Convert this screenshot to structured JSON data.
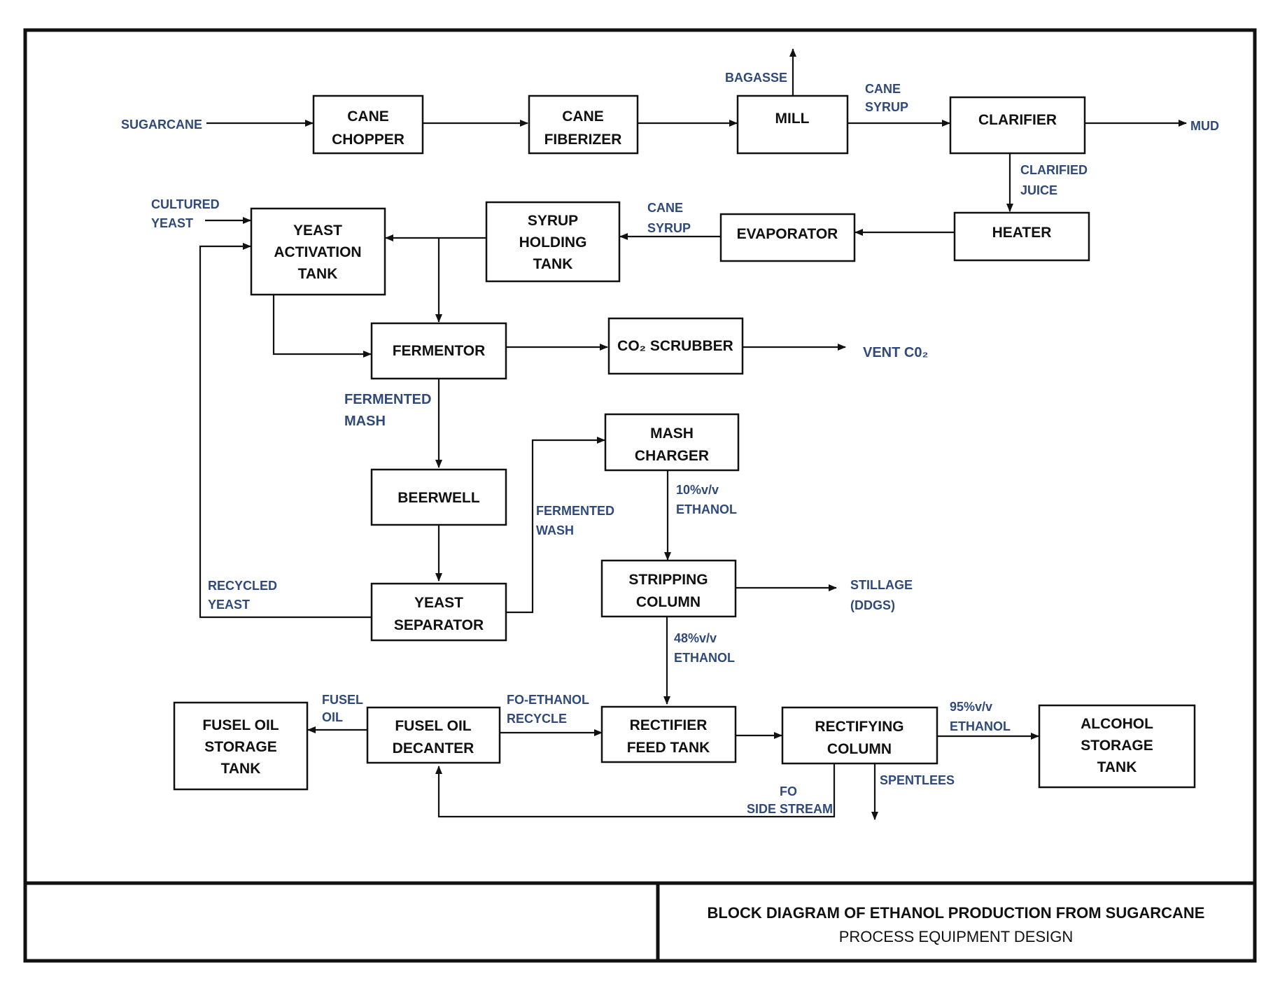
{
  "colors": {
    "line": "#111111",
    "stream_label": "#2f4a7a",
    "box_fill": "#ffffff"
  },
  "title_block": {
    "title": "BLOCK DIAGRAM OF ETHANOL PRODUCTION FROM SUGARCANE",
    "subtitle": "PROCESS EQUIPMENT DESIGN"
  },
  "equipment": {
    "cane_chopper": [
      "CANE",
      "CHOPPER"
    ],
    "cane_fiberizer": [
      "CANE",
      "FIBERIZER"
    ],
    "mill": [
      "MILL"
    ],
    "clarifier": [
      "CLARIFIER"
    ],
    "heater": [
      "HEATER"
    ],
    "evaporator": [
      "EVAPORATOR"
    ],
    "syrup_holding_tank": [
      "SYRUP",
      "HOLDING",
      "TANK"
    ],
    "yeast_activation_tank": [
      "YEAST",
      "ACTIVATION",
      "TANK"
    ],
    "fermentor": [
      "FERMENTOR"
    ],
    "co2_scrubber": [
      "CO₂ SCRUBBER"
    ],
    "beerwell": [
      "BEERWELL"
    ],
    "yeast_separator": [
      "YEAST",
      "SEPARATOR"
    ],
    "mash_charger": [
      "MASH",
      "CHARGER"
    ],
    "stripping_column": [
      "STRIPPING",
      "COLUMN"
    ],
    "rectifier_feed_tank": [
      "RECTIFIER",
      "FEED TANK"
    ],
    "rectifying_column": [
      "RECTIFYING",
      "COLUMN"
    ],
    "alcohol_storage_tank": [
      "ALCOHOL",
      "STORAGE",
      "TANK"
    ],
    "fusel_oil_decanter": [
      "FUSEL OIL",
      "DECANTER"
    ],
    "fusel_oil_storage_tank": [
      "FUSEL OIL",
      "STORAGE",
      "TANK"
    ]
  },
  "streams": {
    "sugarcane": [
      "SUGARCANE"
    ],
    "bagasse": [
      "BAGASSE"
    ],
    "cane_syrup_1": [
      "CANE",
      "SYRUP"
    ],
    "mud": [
      "MUD"
    ],
    "clarified_juice": [
      "CLARIFIED",
      "JUICE"
    ],
    "cane_syrup_2": [
      "CANE",
      "SYRUP"
    ],
    "cultured_yeast": [
      "CULTURED",
      "YEAST"
    ],
    "vent_co2": [
      "VENT C0₂"
    ],
    "fermented_mash": [
      "FERMENTED",
      "MASH"
    ],
    "fermented_wash": [
      "FERMENTED",
      "WASH"
    ],
    "recycled_yeast": [
      "RECYCLED",
      "YEAST"
    ],
    "ethanol_10": [
      "10%v/v",
      "ETHANOL"
    ],
    "stillage": [
      "STILLAGE",
      "(DDGS)"
    ],
    "ethanol_48": [
      "48%v/v",
      "ETHANOL"
    ],
    "fusel_oil": [
      "FUSEL",
      "OIL"
    ],
    "fo_ethanol_recycle": [
      "FO-ETHANOL",
      "RECYCLE"
    ],
    "ethanol_95": [
      "95%v/v",
      "ETHANOL"
    ],
    "spentlees": [
      "SPENTLEES"
    ],
    "fo_side_stream": [
      "FO",
      "SIDE STREAM"
    ]
  }
}
